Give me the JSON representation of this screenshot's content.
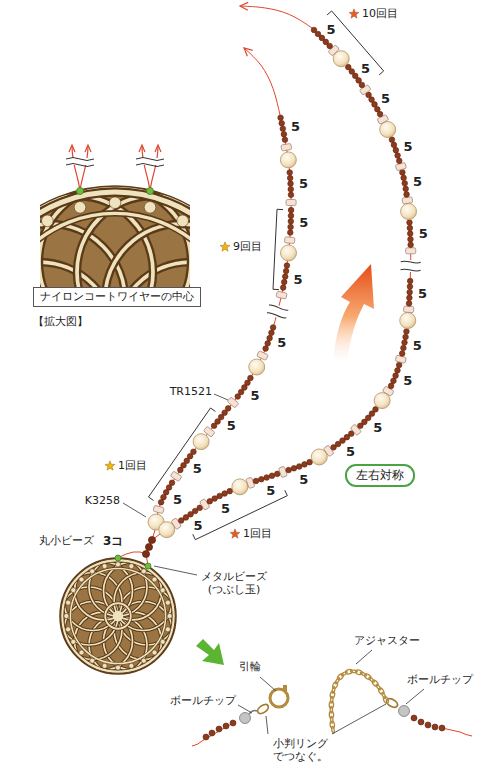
{
  "diagram": {
    "nodes": [
      {
        "text": [
          "ナイロンコートワイヤーの中心"
        ]
      },
      {
        "text": [
          "左右対称"
        ]
      }
    ],
    "labels": [
      "10回目",
      "9回目",
      "1回目",
      "1回目",
      "TR1521",
      "K3258",
      "丸小ビーズ",
      "3コ",
      "メタルビーズ (つぶし玉)",
      "【拡大図】",
      "引輪",
      "ボールチップ",
      "アジャスター",
      "ボールチップ",
      "小判リング でつなぐ。",
      "5",
      "5",
      "5",
      "5",
      "5",
      "5",
      "5",
      "5",
      "5",
      "5",
      "5",
      "5",
      "5",
      "5",
      "5",
      "5",
      "5",
      "5",
      "5",
      "5",
      "5",
      "5",
      "5",
      "5"
    ]
  }
}
